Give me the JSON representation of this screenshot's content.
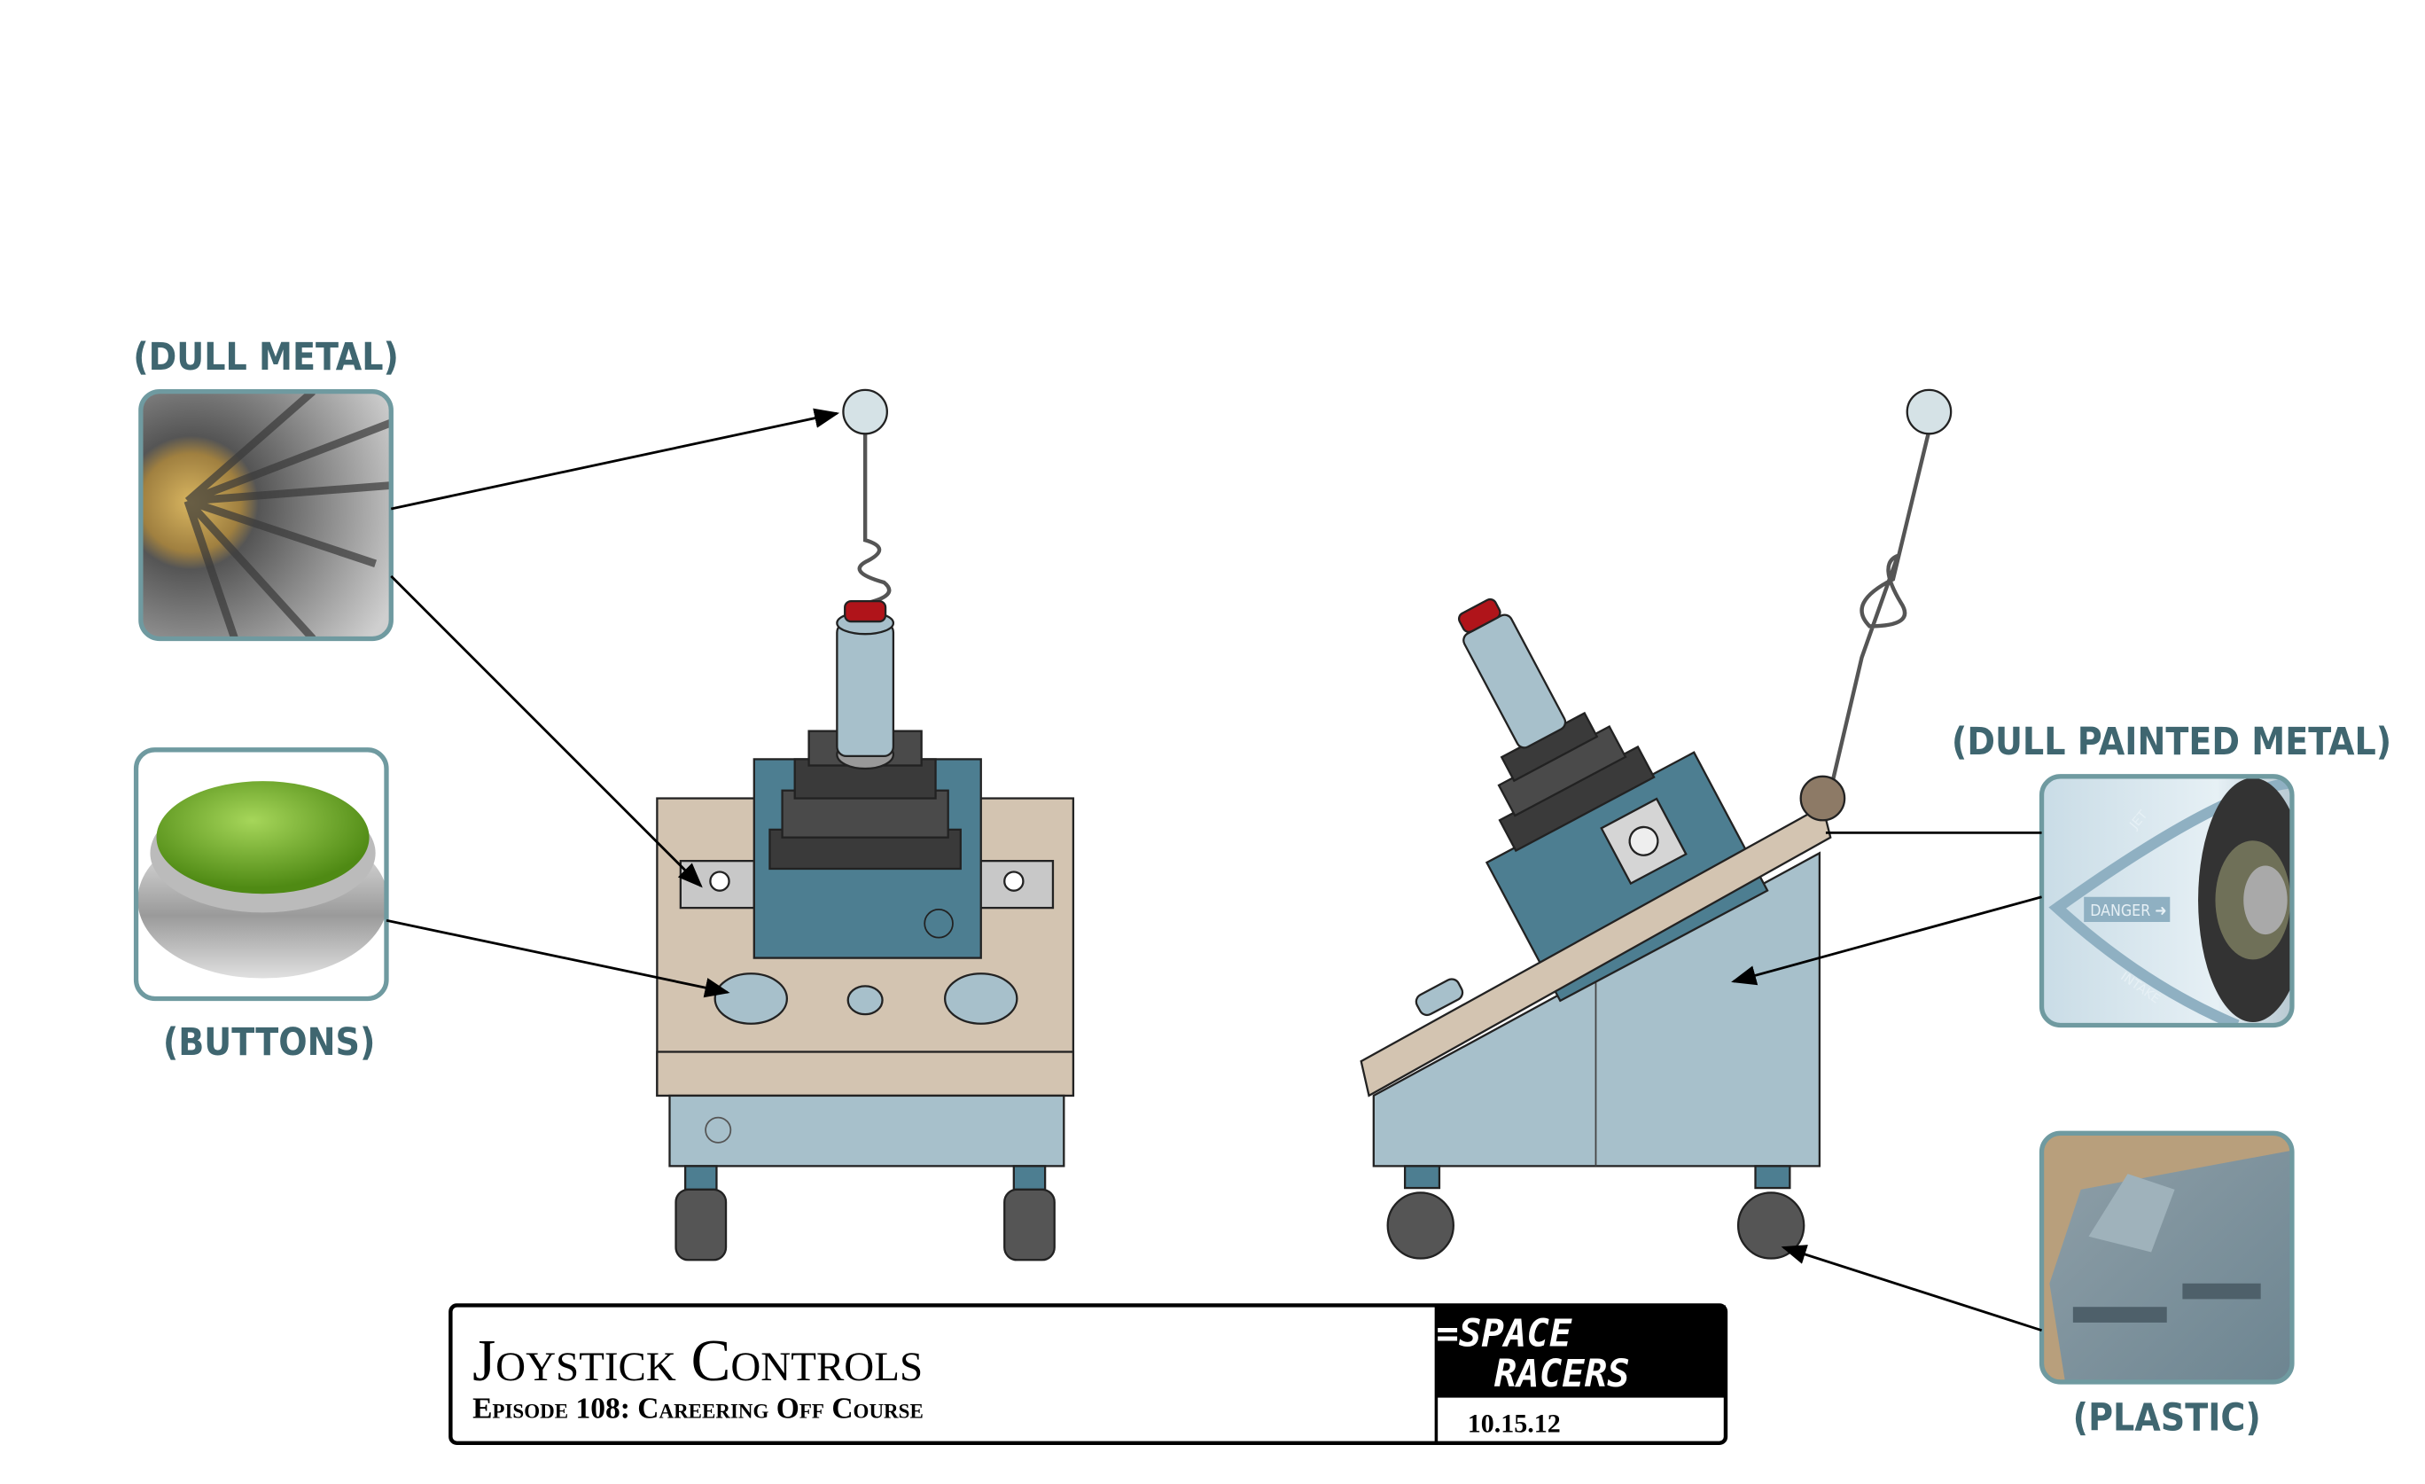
{
  "labels": {
    "dull_metal": "(DULL METAL)",
    "buttons": "(BUTTONS)",
    "dull_painted_metal": "(DULL PAINTED METAL)",
    "plastic": "(PLASTIC)"
  },
  "photo_text": {
    "danger": "DANGER ➜",
    "jet": "JET",
    "intake": "INTAKE"
  },
  "title_block": {
    "title": "Joystick Controls",
    "subtitle": "Episode 108: Careering Off Course",
    "logo_line1": "=SPACE",
    "logo_line2": "RACERS",
    "date": "10.15.12"
  },
  "colors": {
    "label": "#3f6670",
    "frame": "#6f9aa0",
    "cabinet_tan": "#d3c4b1",
    "light_blue": "#a7c0cb",
    "teal_housing": "#4d7e91",
    "boot_dark": "#3a3a3a",
    "red_button": "#b0141a",
    "green_button": "#6fae2a"
  }
}
